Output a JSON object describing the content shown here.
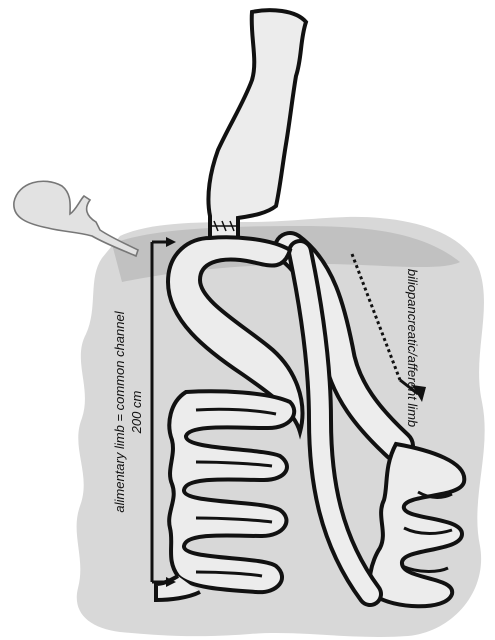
{
  "labels": {
    "left_line1": "alimentary limb = common channel",
    "left_line2": "200 cm",
    "right": "biliopancreatic/afferent limb"
  },
  "colors": {
    "background": "#ffffff",
    "colon": "#d6d6d6",
    "colon_dark": "#bdbdbd",
    "bowel_fill": "#ededed",
    "outline": "#111111"
  },
  "icons": [
    "gallbladder-icon",
    "stomach-pouch-icon",
    "arrow-icon"
  ]
}
